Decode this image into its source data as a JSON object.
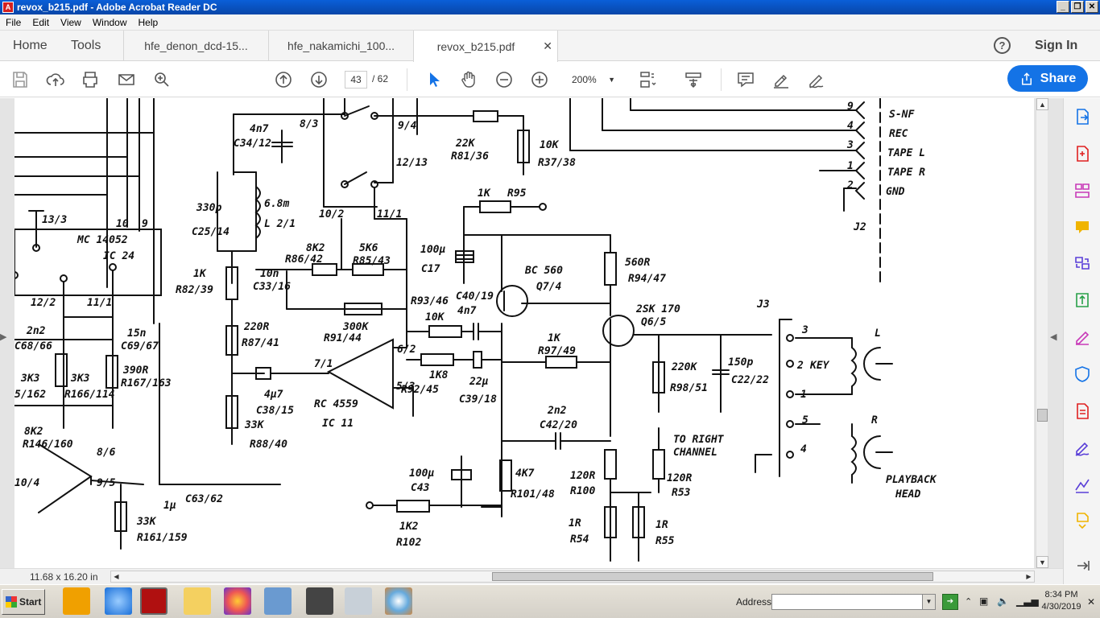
{
  "window": {
    "title": "revox_b215.pdf - Adobe Acrobat Reader DC"
  },
  "menu": [
    "File",
    "Edit",
    "View",
    "Window",
    "Help"
  ],
  "nav": {
    "home": "Home",
    "tools": "Tools"
  },
  "tabs": [
    {
      "label": "hfe_denon_dcd-15...",
      "active": false
    },
    {
      "label": "hfe_nakamichi_100...",
      "active": false
    },
    {
      "label": "revox_b215.pdf",
      "active": true
    }
  ],
  "account": {
    "help": "?",
    "signin": "Sign In"
  },
  "toolbar": {
    "page_current": "43",
    "page_total": "/ 62",
    "zoom": "200%",
    "share_label": "Share"
  },
  "status": {
    "page_size": "11.68 x 16.20 in"
  },
  "schematic_labels": [
    "13/3",
    "MC 14052",
    "IC 24",
    "10",
    "9",
    "12/2",
    "11/1",
    "2n2",
    "C68/66",
    "15n",
    "C69/67",
    "3K3",
    "3K3",
    "390R",
    "R167/163",
    "5/162",
    "R166/114",
    "8K2",
    "R146/160",
    "8/6",
    "9/5",
    "10/4",
    "33K",
    "R161/159",
    "1µ",
    "C63/62",
    "4n7",
    "C34/12",
    "8/3",
    "9/4",
    "12/13",
    "22K",
    "R81/36",
    "10K",
    "R37/38",
    "330p",
    "C25/14",
    "6.8m",
    "L 2/1",
    "10/2",
    "11/1",
    "1K",
    "R95",
    "8K2",
    "R86/42",
    "5K6",
    "R85/43",
    "1K",
    "R82/39",
    "10n",
    "C33/16",
    "100µ",
    "C17",
    "BC 560",
    "Q7/4",
    "560R",
    "R94/47",
    "220R",
    "R87/41",
    "300K",
    "R91/44",
    "R93/46",
    "10K",
    "C40/19",
    "4n7",
    "2SK 170",
    "Q6/5",
    "7/1",
    "6/2",
    "5/3",
    "1K",
    "R97/49",
    "4µ7",
    "C38/15",
    "RC 4559",
    "IC 11",
    "1K8",
    "R92/45",
    "22µ",
    "C39/18",
    "220K",
    "R98/51",
    "150p",
    "C22/22",
    "33K",
    "R88/40",
    "2n2",
    "C42/20",
    "TO RIGHT",
    "CHANNEL",
    "100µ",
    "C43",
    "4K7",
    "R101/48",
    "120R",
    "R100",
    "120R",
    "R53",
    "1K2",
    "R102",
    "1R",
    "R54",
    "1R",
    "R55",
    "S-NF",
    "REC",
    "TAPE L",
    "TAPE R",
    "GND",
    "J2",
    "J3",
    "3",
    "2",
    "KEY",
    "1",
    "5",
    "4",
    "L",
    "R",
    "PLAYBACK",
    "HEAD",
    "9",
    "4",
    "3",
    "1",
    "2"
  ],
  "taskbar": {
    "start": "Start",
    "address_label": "Address",
    "time": "8:34 PM",
    "date": "4/30/2019"
  }
}
